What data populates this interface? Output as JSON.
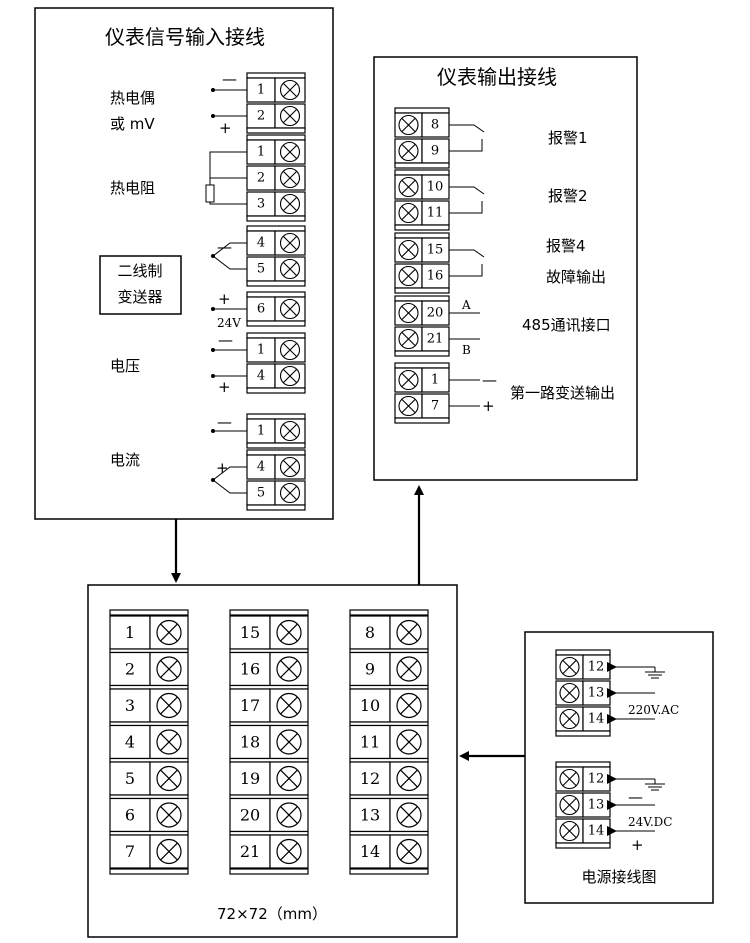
{
  "input_panel": {
    "title": "仪表信号输入接线",
    "thermocouple_line1": "热电偶",
    "thermocouple_line2": "或 mV",
    "rtd": "热电阻",
    "transmitter_line1": "二线制",
    "transmitter_line2": "变送器",
    "supply_24v": "24V",
    "voltage": "电压",
    "current": "电流"
  },
  "output_panel": {
    "title": "仪表输出接线",
    "alarm1": "报警1",
    "alarm2": "报警2",
    "alarm4": "报警4",
    "fault_output": "故障输出",
    "rs485": "485通讯接口",
    "pin_a": "A",
    "pin_b": "B",
    "retransmit": "第一路变送输出"
  },
  "main_panel": {
    "size_label": "72×72（mm）",
    "col1": [
      "1",
      "2",
      "3",
      "4",
      "5",
      "6",
      "7"
    ],
    "col2": [
      "15",
      "16",
      "17",
      "18",
      "19",
      "20",
      "21"
    ],
    "col3": [
      "8",
      "9",
      "10",
      "11",
      "12",
      "13",
      "14"
    ]
  },
  "power_panel": {
    "title": "电源接线图",
    "ac_label": "220V.AC",
    "dc_label": "24V.DC",
    "terminals": [
      "12",
      "13",
      "14"
    ]
  },
  "signs": {
    "minus": "—",
    "plus": "+"
  }
}
